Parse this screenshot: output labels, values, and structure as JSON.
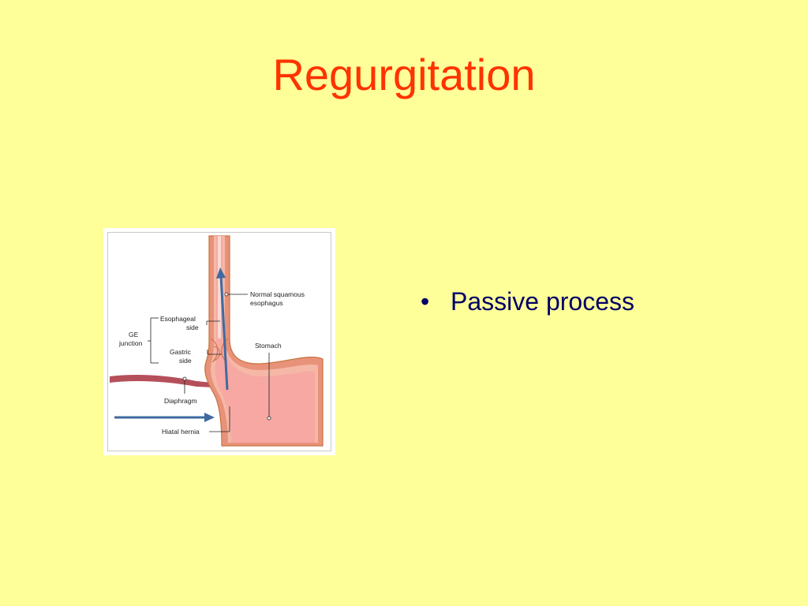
{
  "slide": {
    "title": "Regurgitation",
    "bullets": [
      {
        "marker": "•",
        "text": "Passive process"
      }
    ]
  },
  "diagram": {
    "labels": {
      "normal_esophagus": [
        "Normal squamous",
        "esophagus"
      ],
      "esophageal_side": [
        "Esophageal",
        "side"
      ],
      "ge_junction": [
        "GE",
        "junction"
      ],
      "gastric_side": [
        "Gastric",
        "side"
      ],
      "stomach": "Stomach",
      "diaphragm": "Diaphragm",
      "hiatal_hernia": "Hiatal hernia"
    },
    "colors": {
      "tissue_outer": "#e8927a",
      "tissue_inner": "#f5b8a6",
      "lumen": "#f9c9c2",
      "stomach_fill": "#f7a8a3",
      "diaphragm": "#b5505a",
      "wall_outline": "#c8733d",
      "arrow": "#3f6aa0"
    }
  }
}
